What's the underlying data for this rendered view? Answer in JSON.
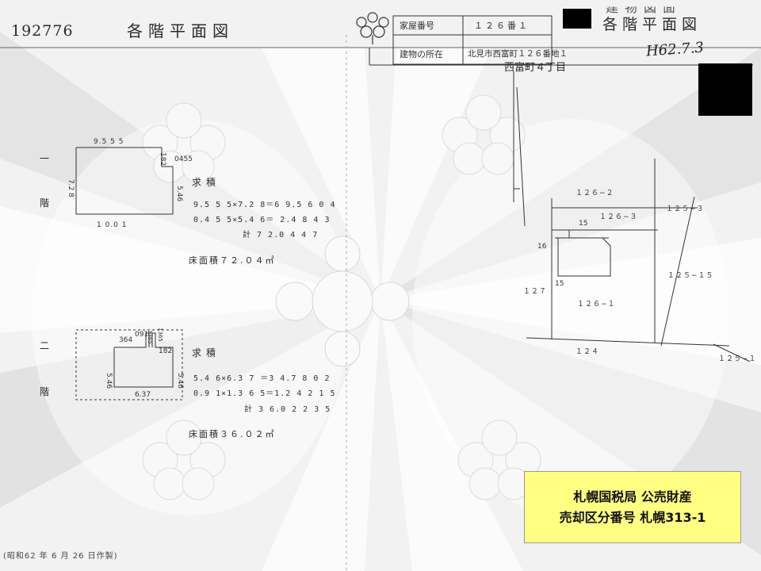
{
  "header": {
    "document_number": "192776",
    "left_title": "各階平面図",
    "house_number_label": "家屋番号",
    "house_number_value": "１２６番１",
    "location_label": "建物の所在",
    "location_value": "北見市西富町１２６番地１",
    "right_title": "各階平面図",
    "right_title_top": "建物図面",
    "handwritten_date": "H62.7.3"
  },
  "floor1": {
    "label_top": "一",
    "label_bottom": "階",
    "dim_top": "9.5 5 5",
    "dim_left": "7.2 8",
    "dim_bottom": "1 0.0 1",
    "dim_notch_v": "182",
    "dim_notch_h": "0455",
    "dim_right": "5.46",
    "calc_heading": "求積",
    "calc_line1": "9.5 5 5×7.2 8＝6 9.5 6 0 4",
    "calc_line2": "0.4 5 5×5.4 6＝  2.4 8 4 3",
    "calc_total": "計  7 2.0 4 4 7",
    "floor_area": "床面積７２.０４㎡"
  },
  "floor2": {
    "label_top": "二",
    "label_bottom": "階",
    "dim_364": "364",
    "dim_091": "091",
    "dim_1365a": "1365",
    "dim_1365b": "1365",
    "dim_182": "182",
    "dim_left": "5.46",
    "dim_bottom": "6.37",
    "dim_right": "5.46",
    "calc_heading": "求積",
    "calc_line1": "5.4 6×6.3 7 ＝3 4.7 8 0 2",
    "calc_line2": "0.9 1×1.3 6 5＝1.2 4 2 1 5",
    "calc_total": "計  3 6.0 2 2 3 5",
    "floor_area": "床面積３６.０２㎡"
  },
  "site_plan": {
    "street": "西富町４丁目",
    "lot_126_2": "１２６−２",
    "lot_126_3": "１２６−３",
    "lot_125_3": "１２５−３",
    "lot_125_15": "１２５−１５",
    "lot_127": "１２７",
    "lot_126_1": "１２６−１",
    "lot_124": "１２４",
    "lot_125_1": "１２５−１",
    "dim_15a": "15",
    "dim_16": "16",
    "dim_15b": "15"
  },
  "footnote": "(昭和62 年 6  月 26 日作製)",
  "notice": {
    "line1": "札幌国税局  公売財産",
    "line2": "売却区分番号  札幌313-1"
  }
}
